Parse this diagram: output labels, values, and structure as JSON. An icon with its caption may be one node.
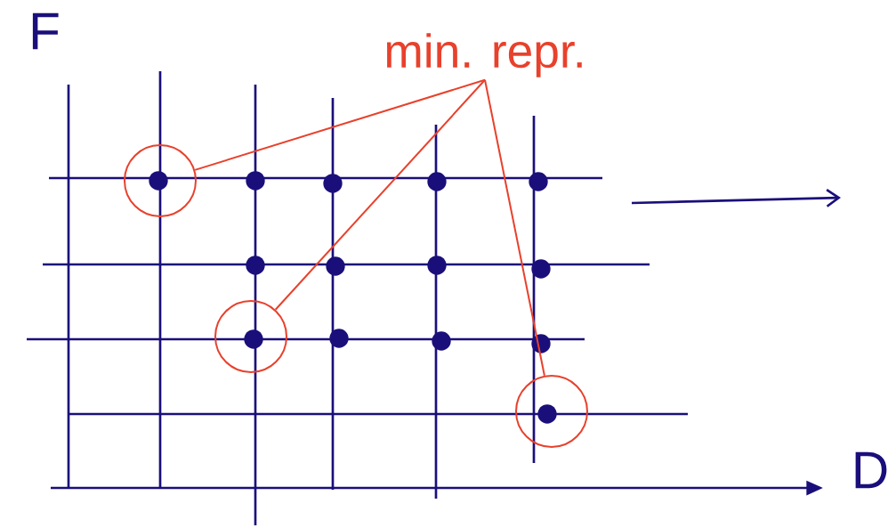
{
  "diagram": {
    "nodes": [
      {
        "text": [
          "min. repr."
        ]
      },
      {
        "text": [],
        "shape": "circle"
      },
      {
        "text": [],
        "shape": "circle"
      },
      {
        "text": [],
        "shape": "circle"
      }
    ],
    "edges": [
      {
        "from": 0,
        "to": 1,
        "arrow": "none"
      },
      {
        "from": 0,
        "to": 2,
        "arrow": "none"
      },
      {
        "from": 0,
        "to": 3,
        "arrow": "none"
      }
    ],
    "labels": [
      "F",
      "D"
    ]
  }
}
